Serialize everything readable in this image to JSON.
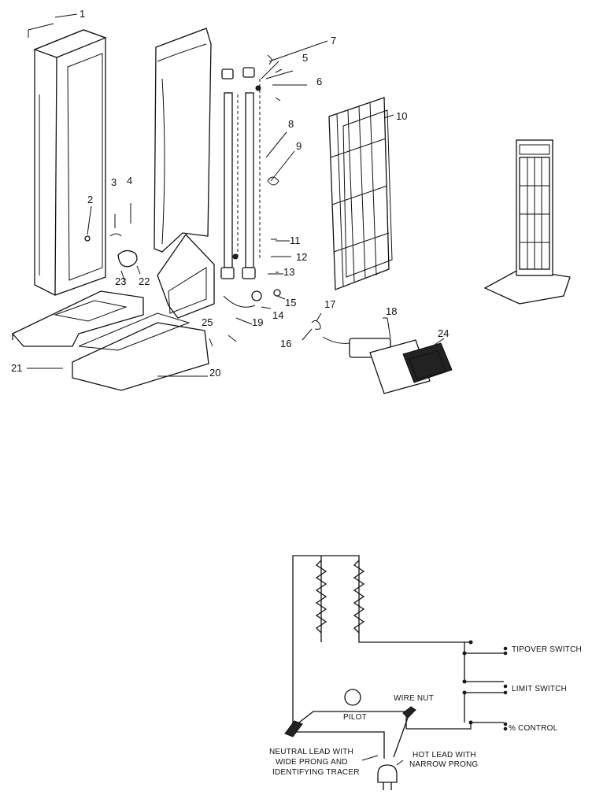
{
  "callouts": [
    "1",
    "2",
    "3",
    "4",
    "5",
    "6",
    "7",
    "8",
    "9",
    "10",
    "11",
    "12",
    "13",
    "14",
    "15",
    "16",
    "17",
    "18",
    "19",
    "20",
    "21",
    "22",
    "23",
    "24",
    "25"
  ],
  "wiring": {
    "tipover_switch": "TIPOVER SWITCH",
    "limit_switch": "LIMIT SWITCH",
    "control": "% CONTROL",
    "wire_nut": "WIRE NUT",
    "pilot": "PILOT",
    "neutral_lead": [
      "NEUTRAL LEAD WITH",
      "WIDE PRONG AND",
      "IDENTIFYING TRACER"
    ],
    "hot_lead": [
      "HOT LEAD WITH",
      "NARROW PRONG"
    ]
  }
}
